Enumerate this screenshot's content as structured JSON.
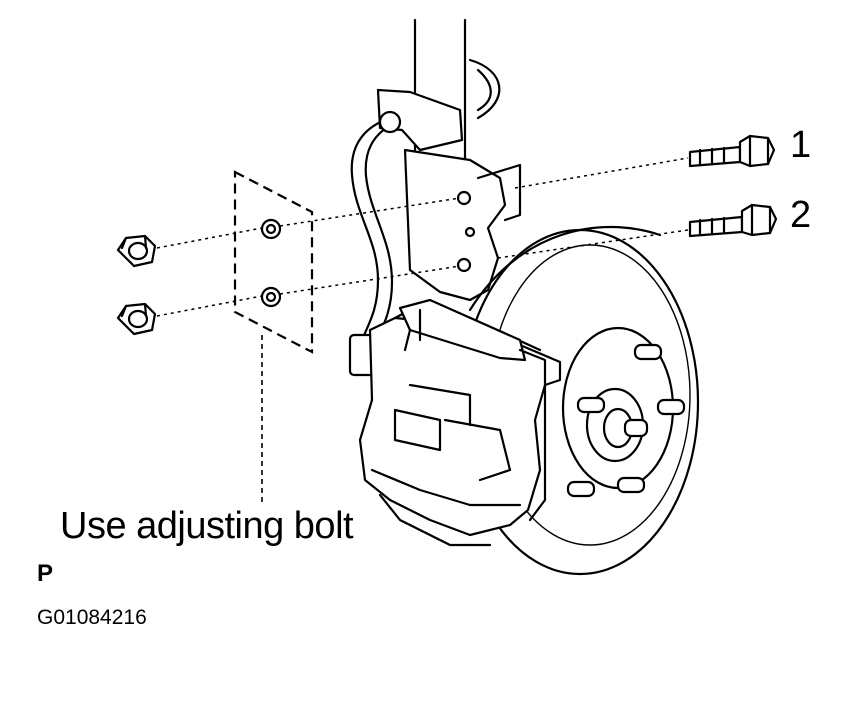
{
  "callouts": {
    "bolt_1": "1",
    "bolt_2": "2"
  },
  "note": "Use adjusting bolt",
  "view_marker": "P",
  "figure_code": "G01084216",
  "colors": {
    "ink": "#000000",
    "paper": "#ffffff"
  }
}
